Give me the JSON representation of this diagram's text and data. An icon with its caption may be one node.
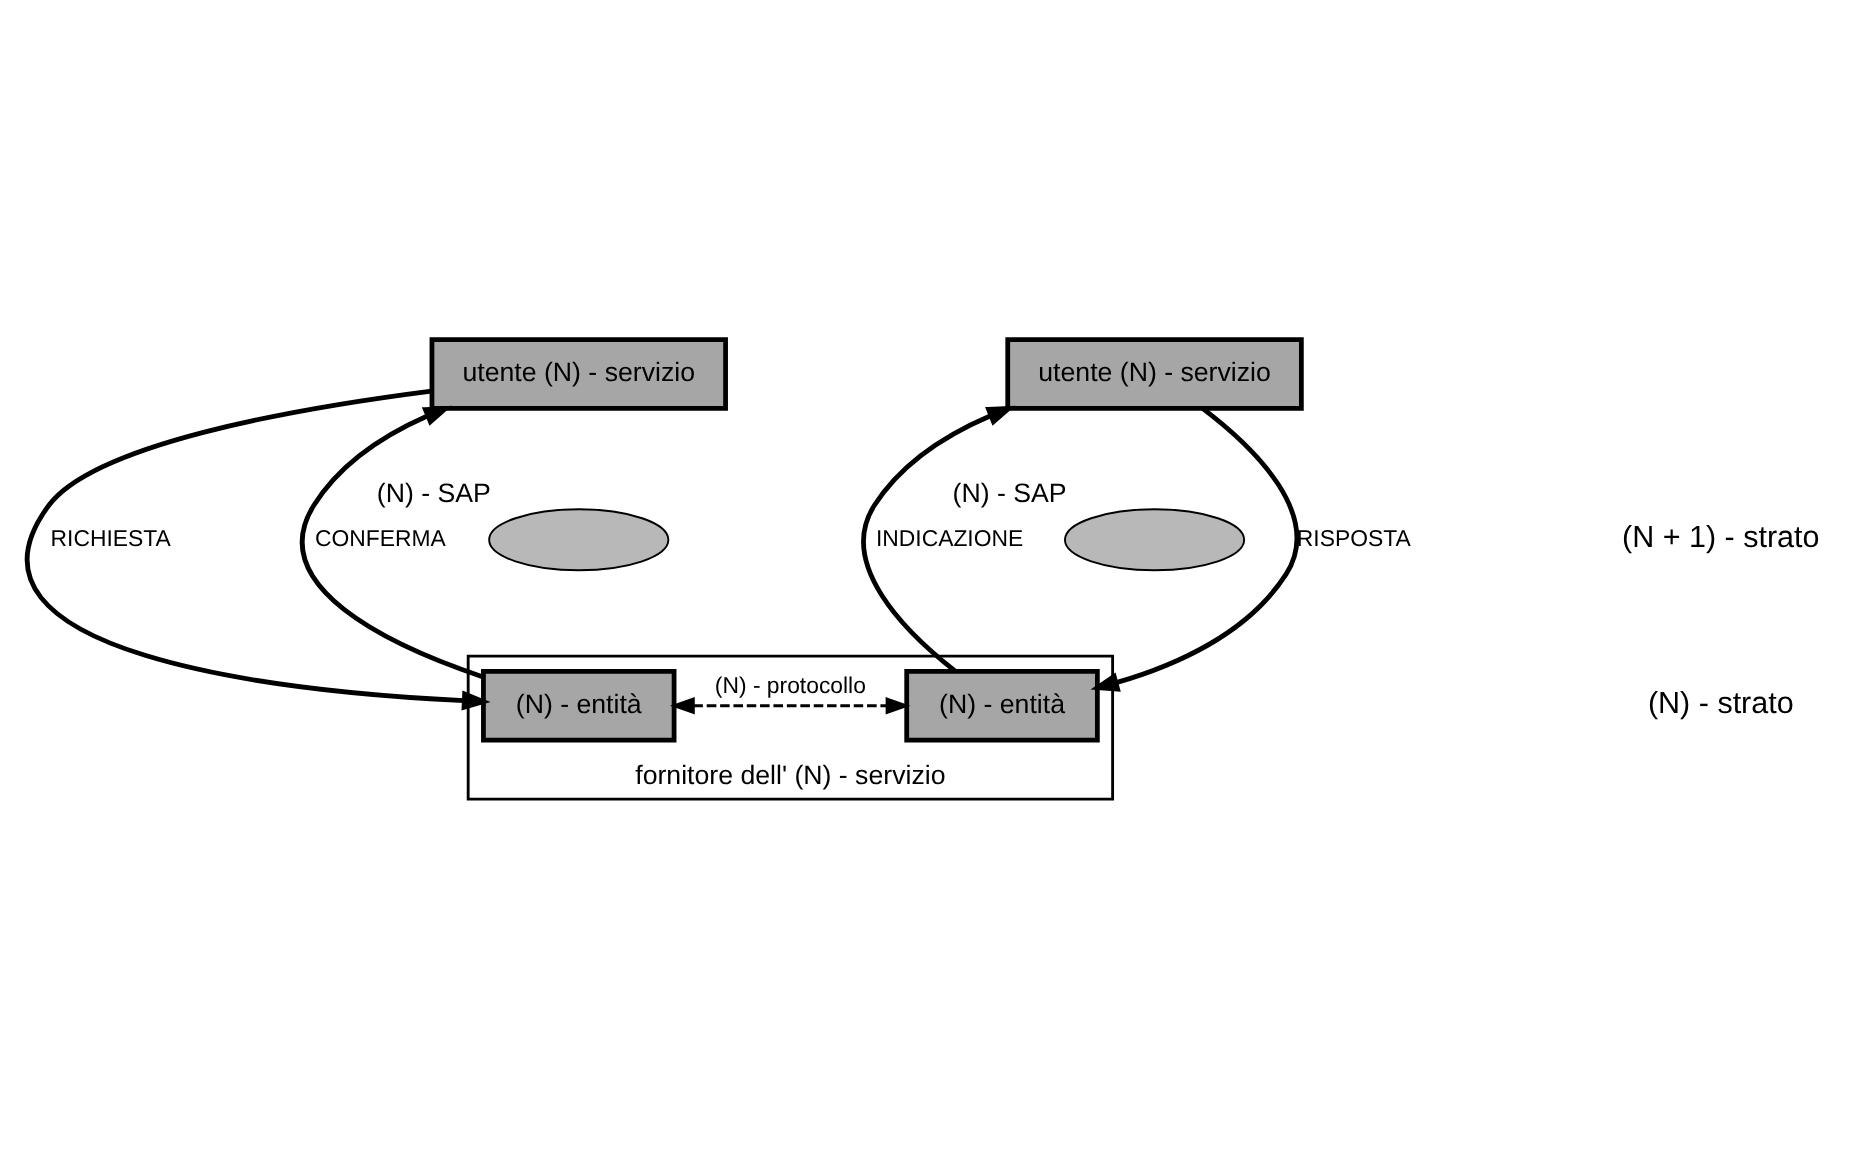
{
  "diagram": {
    "nodes": [
      {
        "text": [
          "utente (N) - servizio"
        ]
      },
      {
        "text": [
          "utente (N) - servizio"
        ]
      },
      {
        "text": [],
        "shape": "ellipse",
        "beside": [
          "(N) - SAP"
        ]
      },
      {
        "text": [],
        "shape": "ellipse",
        "beside": [
          "(N) - SAP"
        ]
      },
      {
        "text": [
          "fornitore dell' (N) - servizio"
        ]
      },
      {
        "text": [
          "(N) - entità"
        ],
        "in": 4
      },
      {
        "text": [
          "(N) - entità"
        ],
        "in": 4
      }
    ],
    "edges": [
      {
        "from": 0,
        "to": 5,
        "arrow": "to",
        "label": "RICHIESTA"
      },
      {
        "from": 5,
        "to": 0,
        "arrow": "to",
        "label": "CONFERMA"
      },
      {
        "from": 6,
        "to": 1,
        "arrow": "to",
        "label": "INDICAZIONE"
      },
      {
        "from": 1,
        "to": 6,
        "arrow": "to",
        "label": "RISPOSTA"
      },
      {
        "from": 5,
        "to": 6,
        "arrow": "both",
        "label": "(N) - protocollo",
        "style": "dashed"
      }
    ],
    "labels": [
      "(N + 1) - strato",
      "(N) - strato"
    ]
  }
}
